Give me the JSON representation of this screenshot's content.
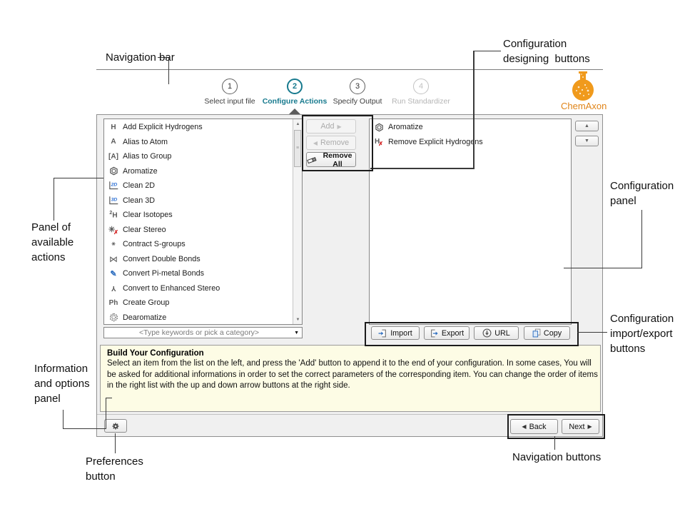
{
  "annotations": {
    "navigation_bar": {
      "label": "Navigation bar"
    },
    "config_designing": {
      "label": "Configuration\ndesigning  buttons"
    },
    "config_panel": {
      "label": "Configuration\npanel"
    },
    "available_actions": {
      "label": "Panel of\navailable\nactions"
    },
    "import_export": {
      "label": "Configuration\nimport/export\nbuttons"
    },
    "info_options": {
      "label": "Information\nand options\npanel"
    },
    "preferences": {
      "label": "Preferences\nbutton"
    },
    "nav_buttons": {
      "label": "Navigation buttons"
    }
  },
  "app": {
    "steps": [
      {
        "num": "1",
        "label": "Select input file",
        "state": "normal"
      },
      {
        "num": "2",
        "label": "Configure Actions",
        "state": "active"
      },
      {
        "num": "3",
        "label": "Specify Output",
        "state": "normal"
      },
      {
        "num": "4",
        "label": "Run Standardizer",
        "state": "disabled"
      }
    ],
    "logo_text": "ChemAxon",
    "actions_panel": {
      "items": [
        {
          "icon": "add-h",
          "label": "Add Explicit Hydrogens"
        },
        {
          "icon": "alias-atom",
          "label": "Alias to Atom"
        },
        {
          "icon": "alias-group",
          "label": "Alias to Group"
        },
        {
          "icon": "aromatize",
          "label": "Aromatize"
        },
        {
          "icon": "clean-2d",
          "label": "Clean 2D"
        },
        {
          "icon": "clean-3d",
          "label": "Clean 3D"
        },
        {
          "icon": "clear-isotopes",
          "label": "Clear Isotopes"
        },
        {
          "icon": "clear-stereo",
          "label": "Clear Stereo"
        },
        {
          "icon": "contract-sgroups",
          "label": "Contract S-groups"
        },
        {
          "icon": "double-bonds",
          "label": "Convert Double Bonds"
        },
        {
          "icon": "pi-metal",
          "label": "Convert Pi-metal Bonds"
        },
        {
          "icon": "enhanced-stereo",
          "label": "Convert to Enhanced Stereo"
        },
        {
          "icon": "create-group",
          "label": "Create Group"
        },
        {
          "icon": "dearomatize",
          "label": "Dearomatize"
        }
      ],
      "search_placeholder": "<Type keywords or pick a category>"
    },
    "designer_buttons": {
      "add_label": "Add",
      "add_arrow": "▶",
      "remove_label": "Remove",
      "remove_arrow": "◀",
      "remove_all_label": "Remove All"
    },
    "configuration_panel": {
      "items": [
        {
          "icon": "aromatize",
          "label": "Aromatize"
        },
        {
          "icon": "remove-h",
          "label": "Remove Explicit Hydrogens"
        }
      ],
      "up_arrow": "▲",
      "down_arrow": "▼"
    },
    "io_buttons": [
      {
        "icon": "import",
        "label": "Import"
      },
      {
        "icon": "export",
        "label": "Export"
      },
      {
        "icon": "url",
        "label": "URL"
      },
      {
        "icon": "copy",
        "label": "Copy"
      }
    ],
    "info_panel": {
      "title": "Build Your Configuration",
      "body": "Select an item from the list on the left, and press the 'Add' button to append it to the end of your configuration. In some cases, You will be asked for additional informations in order to set the correct parameters of the corresponding item. You can change the order of items in the right list with the up and down arrow buttons at the right side."
    },
    "footer": {
      "back_label": "Back",
      "back_arrow": "◀",
      "next_label": "Next",
      "next_arrow": "▶"
    },
    "scrollbar": {
      "up": "▲",
      "down": "▼",
      "grip": "▬"
    }
  },
  "colors": {
    "accent_teal": "#177a8e",
    "logo_orange": "#f09a1c",
    "info_bg": "#fdfce5",
    "window_bg": "#f0f0f0",
    "callout_line": "#3a3a3a"
  }
}
